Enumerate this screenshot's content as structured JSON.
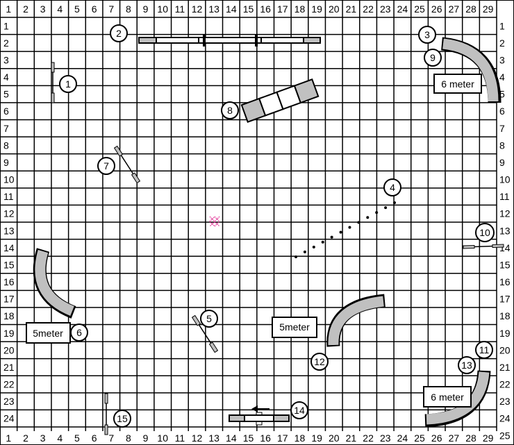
{
  "diagram": {
    "column_labels": [
      "1",
      "2",
      "3",
      "4",
      "5",
      "6",
      "7",
      "8",
      "9",
      "10",
      "11",
      "12",
      "13",
      "14",
      "15",
      "16",
      "17",
      "18",
      "19",
      "20",
      "21",
      "22",
      "23",
      "24",
      "25",
      "26",
      "27",
      "28",
      "29"
    ],
    "row_labels": [
      "1",
      "2",
      "3",
      "4",
      "5",
      "6",
      "7",
      "8",
      "9",
      "10",
      "11",
      "12",
      "13",
      "14",
      "15",
      "16",
      "17",
      "18",
      "19",
      "20",
      "21",
      "22",
      "23",
      "24",
      "25"
    ],
    "obstacle_numbers": {
      "n1": "1",
      "n2": "2",
      "n3": "3",
      "n4": "4",
      "n5": "5",
      "n6": "6",
      "n7": "7",
      "n8": "8",
      "n9": "9",
      "n10": "10",
      "n11": "11",
      "n12": "12",
      "n13": "13",
      "n14": "14",
      "n15": "15"
    },
    "tunnel_labels": {
      "top_right": "6 meter",
      "left": "5meter",
      "middle": "5meter",
      "bottom_right": "6 meter"
    },
    "colors": {
      "tunnel_fill": "#c0c0c0",
      "marker": "#e0208c"
    }
  }
}
